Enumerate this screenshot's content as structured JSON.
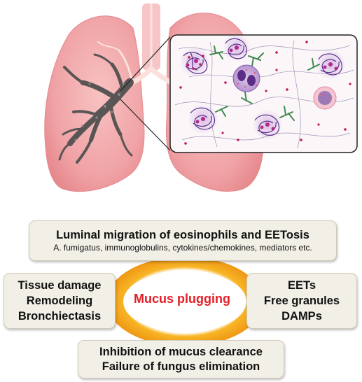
{
  "colors": {
    "lung": "#f2a9a9",
    "lung_edge": "#e88d90",
    "trachea": "#f7c1c1",
    "plug": "#555555",
    "ring": "#f3a017",
    "highlight_text": "#e41e26",
    "box_fill": "#f2efe6"
  },
  "boxes": {
    "top": {
      "line1": "Luminal migration of eosinophils and EETosis",
      "line2": "A. fumigatus, immunoglobulins, cytokines/chemokines, mediators etc."
    },
    "left": {
      "lines": [
        "Tissue damage",
        "Remodeling",
        "Bronchiectasis"
      ]
    },
    "right": {
      "lines": [
        "EETs",
        "Free granules",
        "DAMPs"
      ]
    },
    "bottom": {
      "lines": [
        "Inhibition of mucus clearance",
        "Failure of fungus elimination"
      ]
    }
  },
  "center": {
    "label": "Mucus plugging"
  }
}
